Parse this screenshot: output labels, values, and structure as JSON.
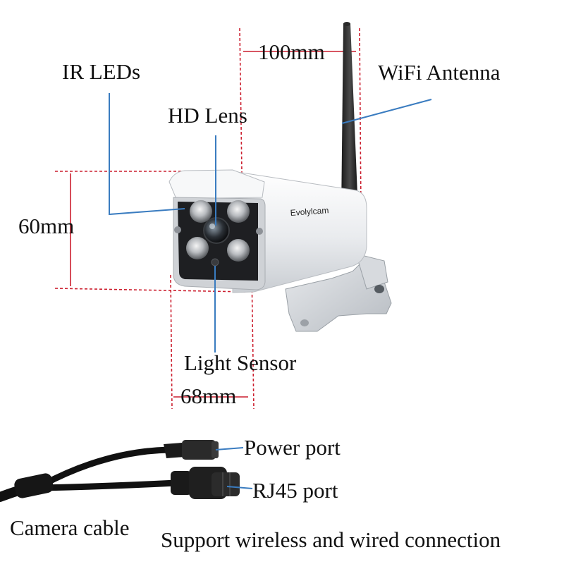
{
  "brand": "Evolylcam",
  "labels": {
    "ir_leds": "IR LEDs",
    "hd_lens": "HD Lens",
    "wifi_antenna": "WiFi Antenna",
    "light_sensor": "Light Sensor",
    "power_port": "Power port",
    "rj45_port": "RJ45 port",
    "camera_cable": "Camera cable",
    "support": "Support wireless and wired connection"
  },
  "dimensions": {
    "width_top": "100mm",
    "height": "60mm",
    "width_bottom": "68mm"
  },
  "colors": {
    "leader": "#3a7cc0",
    "dimension": "#cc1f2f",
    "camera_body": "#f2f3f5",
    "camera_face": "#1e1f22",
    "cable": "#111111"
  }
}
